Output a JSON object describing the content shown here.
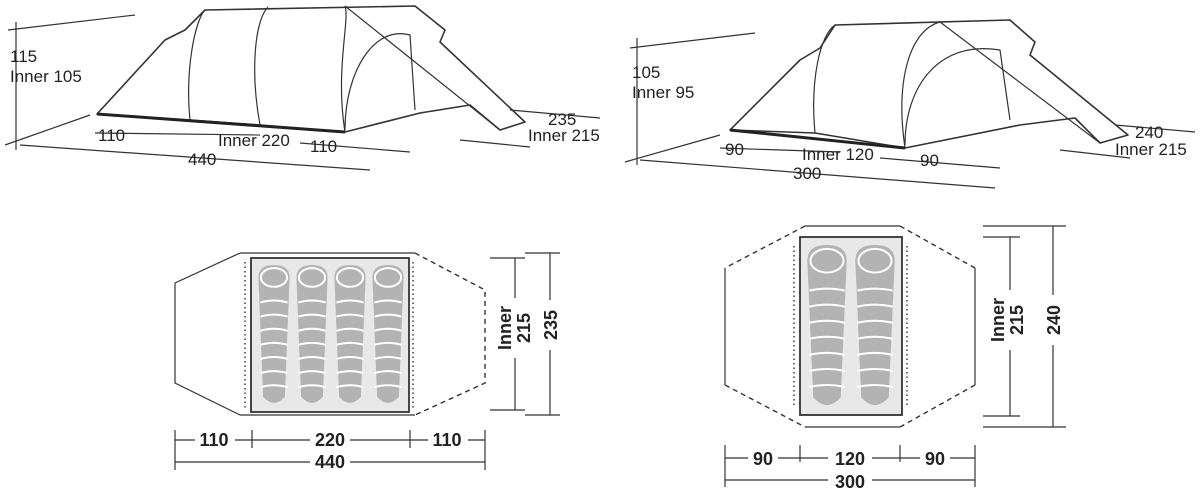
{
  "tent_large": {
    "side_view": {
      "height": "115",
      "inner_height": "Inner 105",
      "vestibule_left": "110",
      "inner_length": "Inner 220",
      "vestibule_right": "110",
      "total_length": "440",
      "width": "235",
      "inner_width": "Inner 215"
    },
    "floor_plan": {
      "sleeping_bags": 4,
      "left_vestibule": "110",
      "inner_length": "220",
      "right_vestibule": "110",
      "total_length": "440",
      "inner_label": "Inner",
      "inner_width": "215",
      "total_width": "235"
    }
  },
  "tent_small": {
    "side_view": {
      "height": "105",
      "inner_height": "Inner 95",
      "vestibule_left": "90",
      "inner_length": "Inner 120",
      "vestibule_right": "90",
      "total_length": "300",
      "width": "240",
      "inner_width": "Inner 215"
    },
    "floor_plan": {
      "sleeping_bags": 2,
      "left_vestibule": "90",
      "inner_length": "120",
      "right_vestibule": "90",
      "total_length": "300",
      "inner_label": "Inner",
      "inner_width": "215",
      "total_width": "240"
    }
  }
}
